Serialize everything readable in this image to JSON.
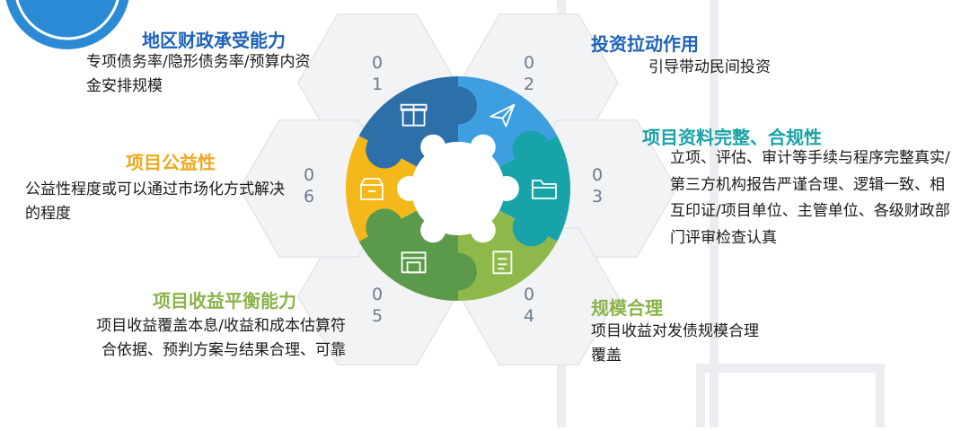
{
  "colors": {
    "blue_dark": "#2d6fa8",
    "blue_light": "#3d9ee0",
    "teal": "#18a3a8",
    "green_light": "#8fb84a",
    "green": "#5a9a4a",
    "yellow": "#f5b81b",
    "title_blue": "#1d62b8",
    "title_green": "#8ab34a",
    "title_yellow": "#f0a81c"
  },
  "items": [
    {
      "num_top": "0",
      "num_bottom": "1",
      "title": "地区财政承受能力",
      "desc": "专项债务率/隐形债务率/预算内资金安排规模",
      "icon": "gift-icon"
    },
    {
      "num_top": "0",
      "num_bottom": "2",
      "title": "投资拉动作用",
      "desc": "引导带动民间投资",
      "icon": "paper-plane-icon"
    },
    {
      "num_top": "0",
      "num_bottom": "3",
      "title": "项目资料完整、合规性",
      "desc": "立项、评估、审计等手续与程序完整真实/第三方机构报告严谨合理、逻辑一致、相互印证/项目单位、主管单位、各级财政部门评审检查认真",
      "icon": "folder-icon"
    },
    {
      "num_top": "0",
      "num_bottom": "4",
      "title": "规模合理",
      "desc": "项目收益对发债规模合理覆盖",
      "icon": "document-icon"
    },
    {
      "num_top": "0",
      "num_bottom": "5",
      "title": "项目收益平衡能力",
      "desc": "项目收益覆盖本息/收益和成本估算符合依据、预判方案与结果合理、可靠",
      "icon": "shop-icon"
    },
    {
      "num_top": "0",
      "num_bottom": "6",
      "title": "项目公益性",
      "desc": "公益性程度或可以通过市场化方式解决的程度",
      "icon": "box-icon"
    }
  ]
}
